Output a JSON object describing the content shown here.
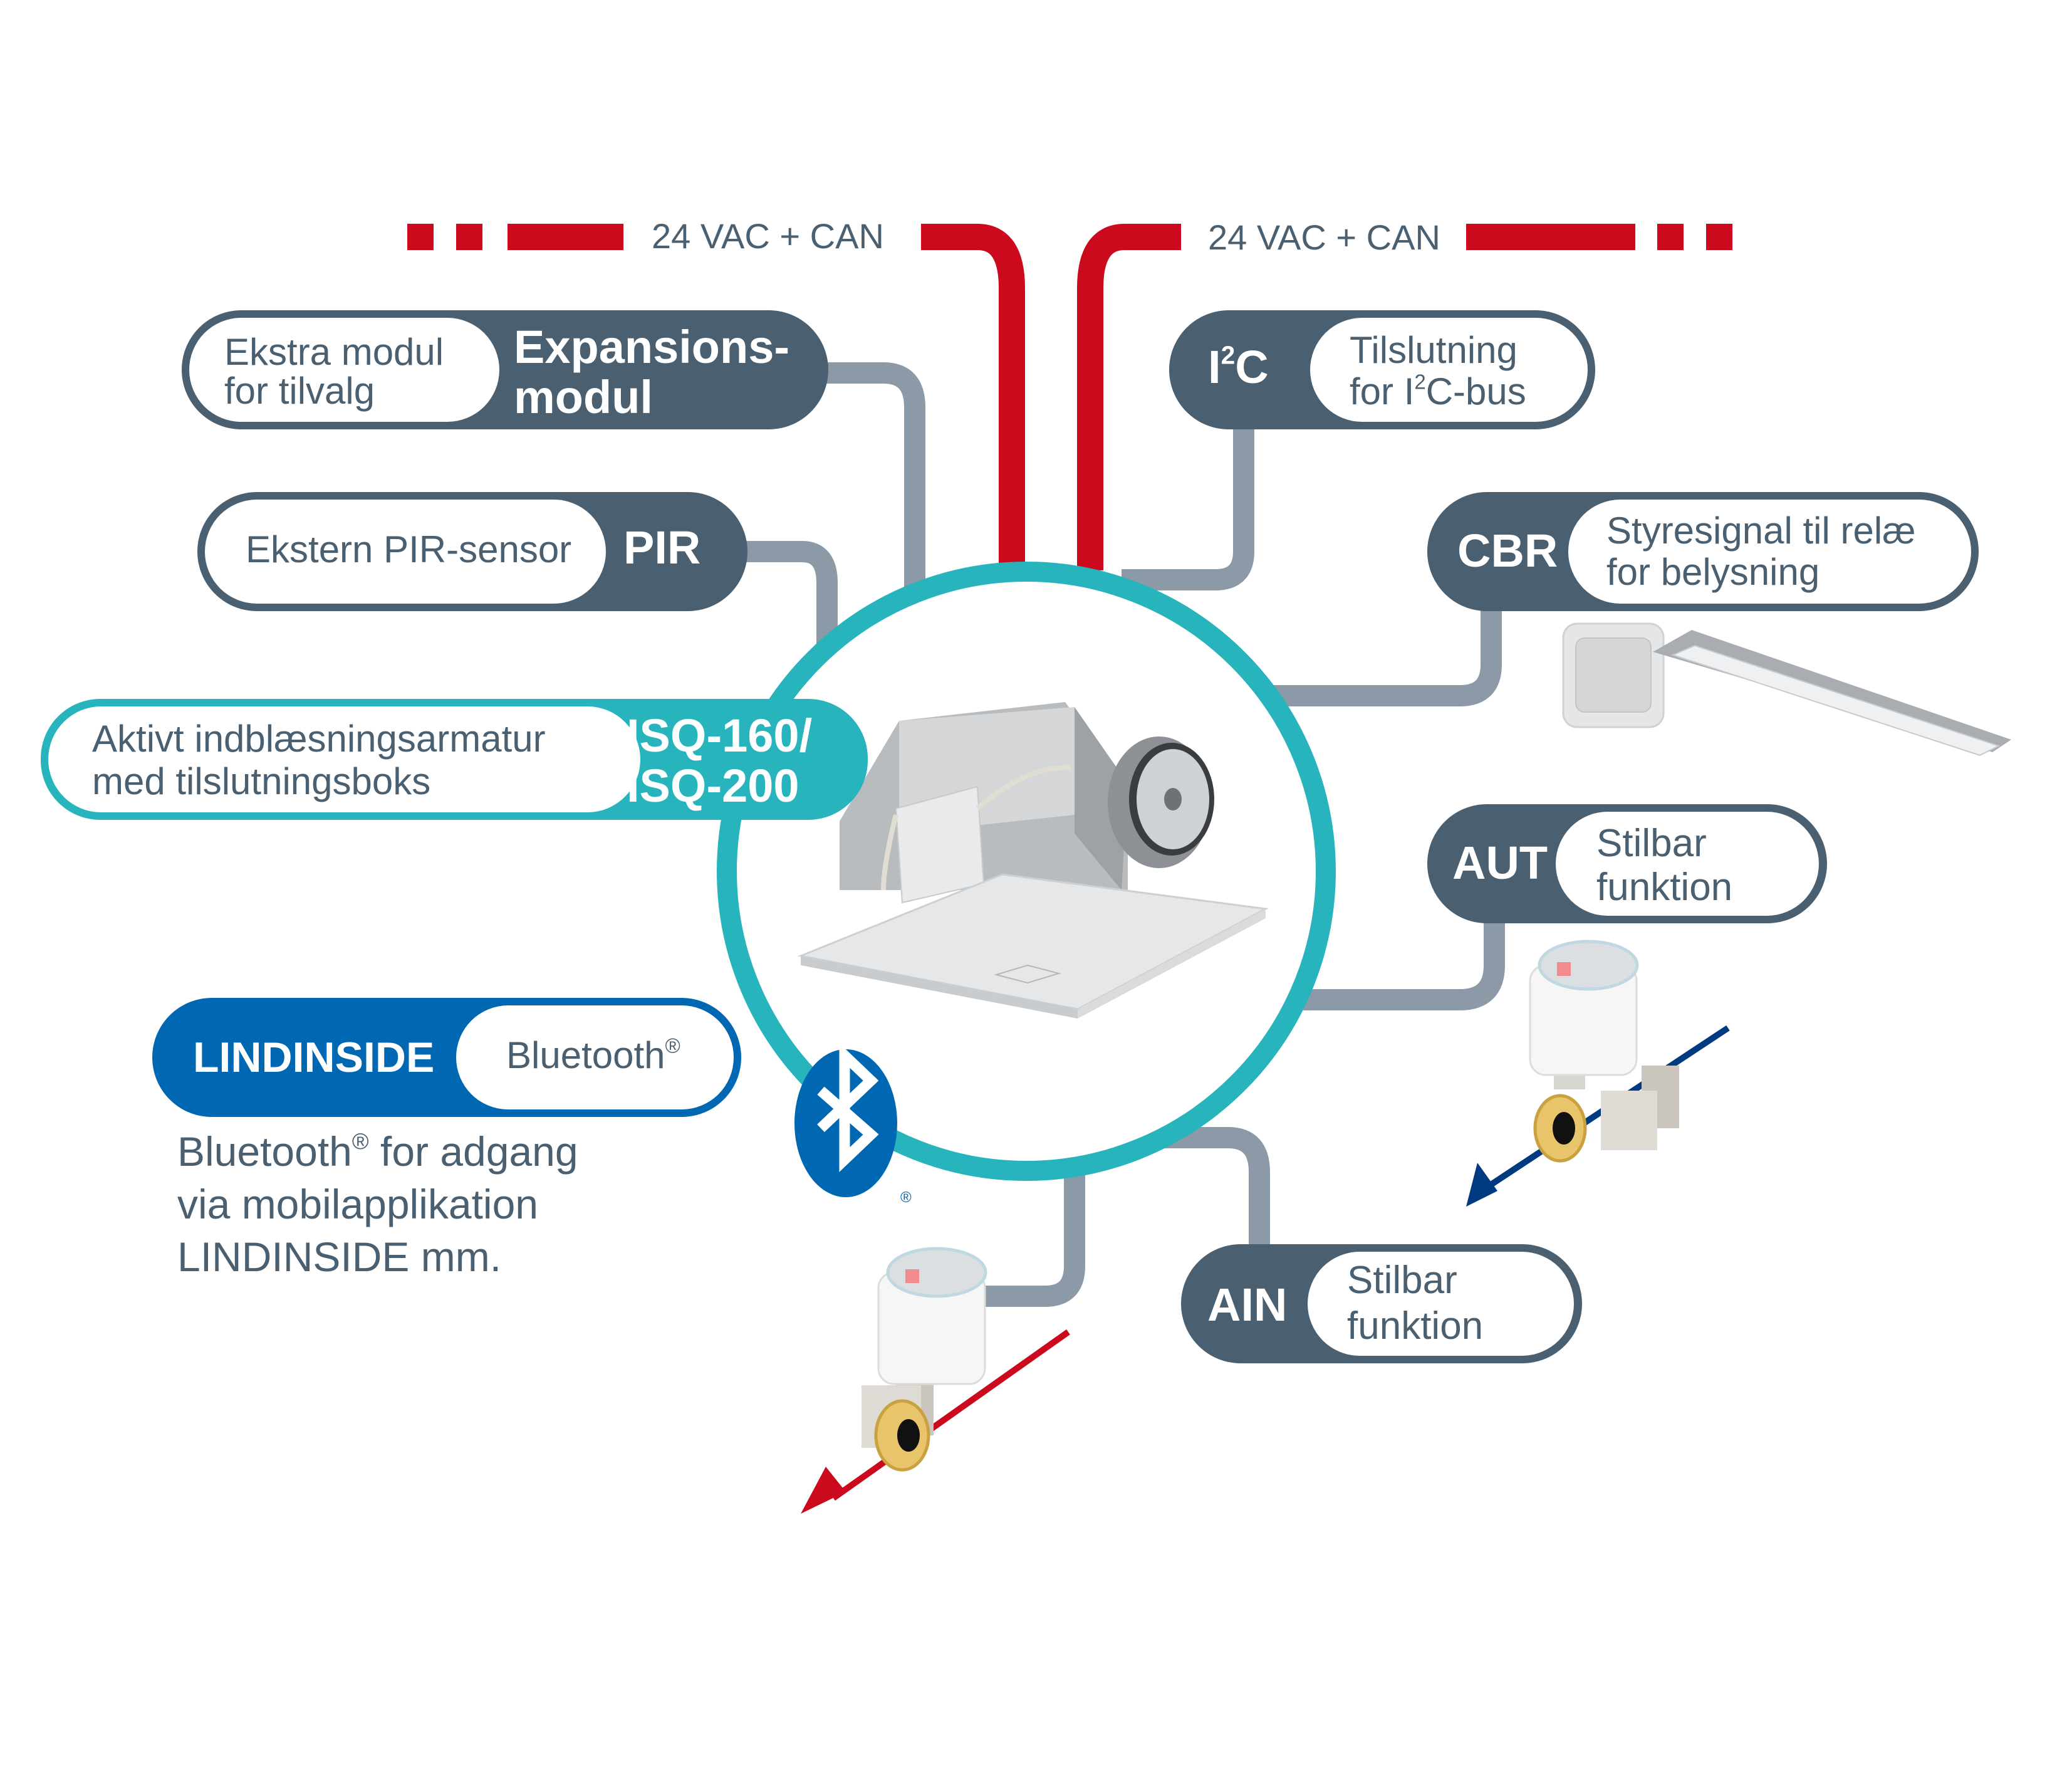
{
  "colors": {
    "slate": "#4A5F70",
    "connector_gray": "#8C99A6",
    "power_red": "#CC0A1E",
    "teal": "#27B4BC",
    "bluetooth_blue": "#0068B3",
    "flow_blue": "#003A80"
  },
  "power": {
    "left_label": "24 VAC + CAN",
    "right_label": "24 VAC + CAN"
  },
  "nodes": {
    "expansion": {
      "code_line1": "Expansions-",
      "code_line2": "modul",
      "desc_line1": "Ekstra modul",
      "desc_line2": "for tilvalg"
    },
    "pir": {
      "code": "PIR",
      "desc": "Ekstern PIR-sensor"
    },
    "isq": {
      "code_line1": "ISQ-160/",
      "code_line2": "ISQ-200",
      "desc_line1": "Aktivt indblæsningsarmatur",
      "desc_line2": "med tilslutningsboks"
    },
    "i2c": {
      "code_main": "I",
      "code_sup": "2",
      "code_tail": "C",
      "desc_line1": "Tilslutning",
      "desc_line2_pre": "for I",
      "desc_line2_sup": "2",
      "desc_line2_post": "C-bus"
    },
    "cbr": {
      "code": "CBR",
      "desc_line1": "Styresignal til relæ",
      "desc_line2": "for belysning"
    },
    "aut": {
      "code": "AUT",
      "desc_line1": "Stilbar",
      "desc_line2": "funktion"
    },
    "ain": {
      "code": "AIN",
      "desc_line1": "Stilbar",
      "desc_line2": "funktion"
    },
    "lindinside": {
      "code": "LINDINSIDE",
      "desc": "Bluetooth",
      "desc_sup": "®"
    }
  },
  "bluetooth_note": {
    "line1_pre": "Bluetooth",
    "line1_sup": "®",
    "line1_post": " for adgang",
    "line2": "via mobilapplikation",
    "line3": "LINDINSIDE mm."
  },
  "icons": {
    "center_device": "supply-air-diffuser-with-connection-box",
    "bluetooth": "bluetooth-logo",
    "light_switch": "wall-switch",
    "light_fixture": "ceiling-light-fixture",
    "valve_cooling": "valve-actuator-blue-arrow",
    "valve_heating": "valve-actuator-red-arrow"
  },
  "registered_mark": "®"
}
